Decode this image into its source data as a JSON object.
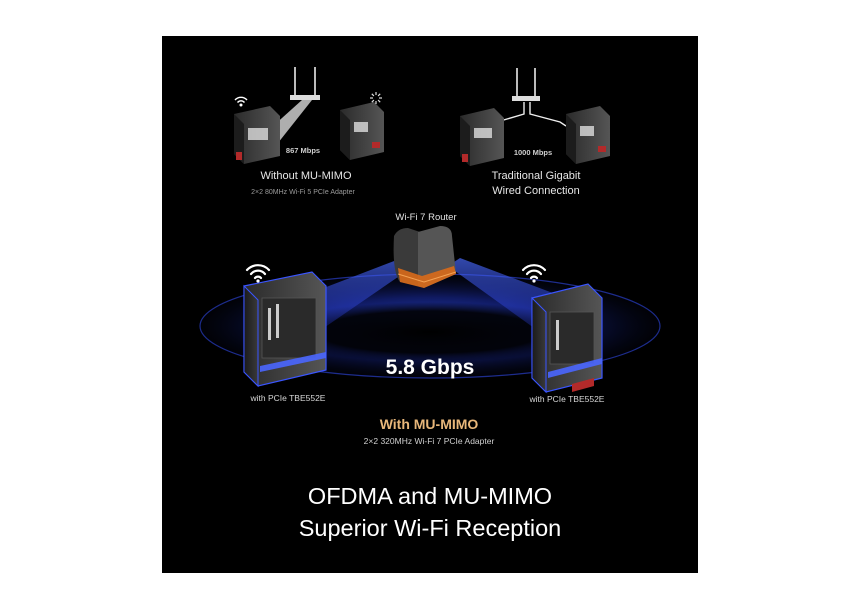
{
  "top_left": {
    "speed": "867 Mbps",
    "title": "Without MU-MIMO",
    "subtitle": "2×2 80MHz Wi-Fi 5 PCIe Adapter"
  },
  "top_right": {
    "speed": "1000 Mbps",
    "title_line1": "Traditional Gigabit",
    "title_line2": "Wired Connection"
  },
  "center": {
    "router_label": "Wi-Fi 7 Router",
    "speed": "5.8 Gbps",
    "left_pc_label": "with PCIe TBE552E",
    "right_pc_label": "with PCIe TBE552E",
    "title": "With MU-MIMO",
    "subtitle": "2×2 320MHz Wi-Fi 7 PCIe Adapter"
  },
  "headline": {
    "line1": "OFDMA and MU-MIMO",
    "line2": "Superior Wi-Fi Reception"
  },
  "colors": {
    "panel_bg": "#000000",
    "accent_gold": "#e8b77a",
    "signal_blue": "#2f4fff"
  },
  "icons": [
    "wifi-icon",
    "loading-icon",
    "router-icon",
    "pc-tower-icon"
  ]
}
